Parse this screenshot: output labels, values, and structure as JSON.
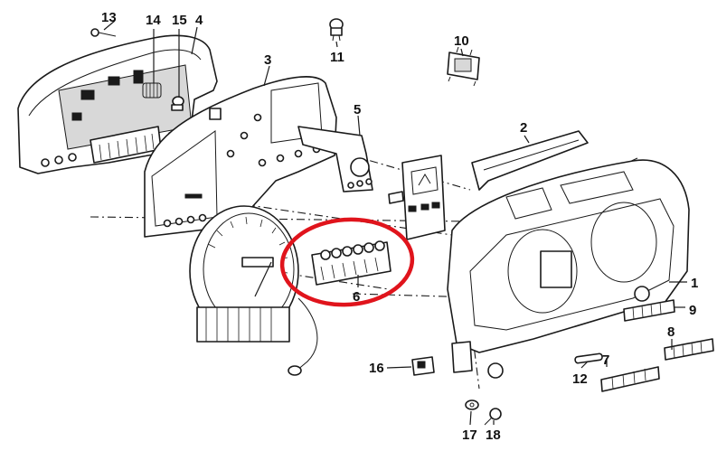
{
  "diagram": {
    "highlight_color": "#e0141c",
    "highlighted_part": "6",
    "callouts": [
      {
        "id": "c1",
        "label": "1"
      },
      {
        "id": "c2",
        "label": "2"
      },
      {
        "id": "c3",
        "label": "3"
      },
      {
        "id": "c4",
        "label": "4"
      },
      {
        "id": "c5",
        "label": "5"
      },
      {
        "id": "c6",
        "label": "6"
      },
      {
        "id": "c7",
        "label": "7"
      },
      {
        "id": "c8",
        "label": "8"
      },
      {
        "id": "c9",
        "label": "9"
      },
      {
        "id": "c10",
        "label": "10"
      },
      {
        "id": "c11",
        "label": "11"
      },
      {
        "id": "c12",
        "label": "12"
      },
      {
        "id": "c13",
        "label": "13"
      },
      {
        "id": "c14",
        "label": "14"
      },
      {
        "id": "c15",
        "label": "15"
      },
      {
        "id": "c16",
        "label": "16"
      },
      {
        "id": "c17",
        "label": "17"
      },
      {
        "id": "c18",
        "label": "18"
      }
    ]
  }
}
